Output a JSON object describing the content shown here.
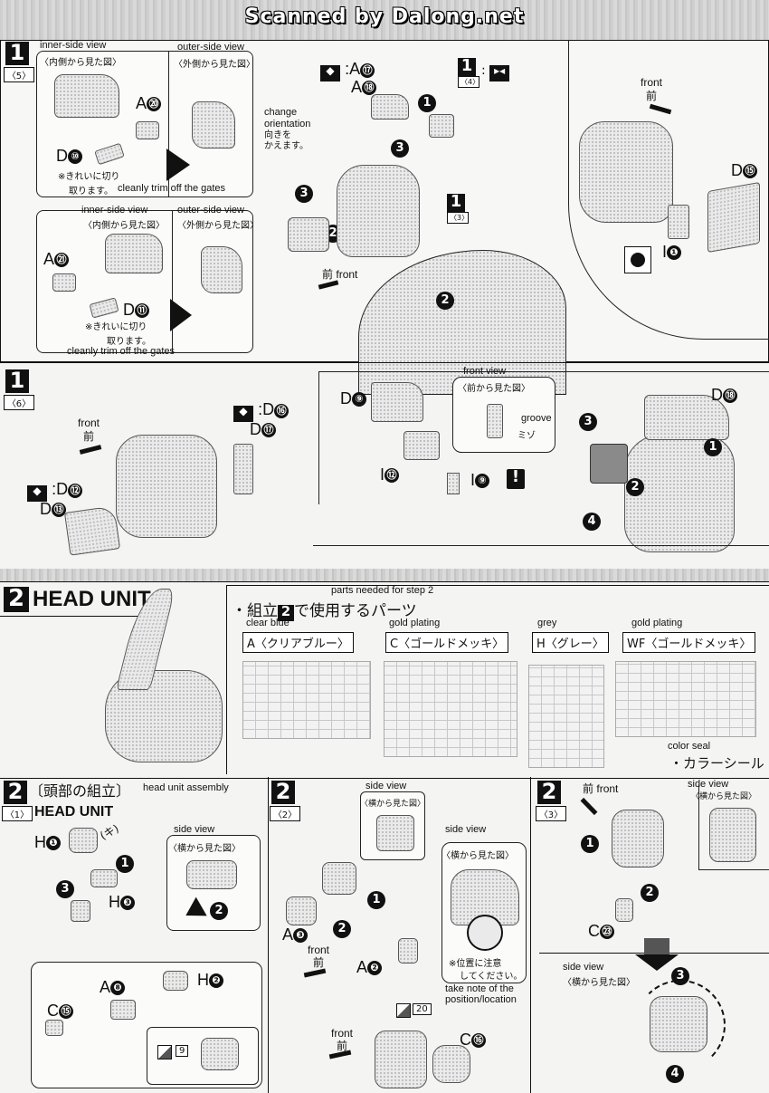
{
  "banner": {
    "text": "Scanned by Dalong.net"
  },
  "step1a": {
    "num": "1",
    "sub": "〈5〉",
    "inner1_en": "inner-side view",
    "inner1_jp": "〈内側から見た図〉",
    "outer1_en": "outer-side view",
    "outer1_jp": "〈外側から見た図〉",
    "a20": "A",
    "a20n": "⑳",
    "d10": "D",
    "d10n": "⑩",
    "trim1_jp1": "※きれいに切り",
    "trim1_jp2": "取ります。",
    "trim1_en": "cleanly trim off the gates",
    "change_en1": "change",
    "change_en2": "orientation",
    "change_jp1": "向きを",
    "change_jp2": "かえます。",
    "inner2_en": "inner-side view",
    "inner2_jp": "〈内側から見た図〉",
    "outer2_jp": "〈外側から見た図〉",
    "outer2_en": "outer-side view",
    "a21": "A",
    "a21n": "㉑",
    "d11": "D",
    "d11n": "⑪",
    "trim2_jp1": "※きれいに切り",
    "trim2_jp2": "取ります。",
    "trim2_en": "cleanly trim off the gates",
    "a17": ":A",
    "a17n": "⑰",
    "a18": "A",
    "a18n": "⑱",
    "ref4": "1",
    "ref4sub": "〈4〉",
    "ref3": "1",
    "ref3sub": "〈3〉",
    "front_jp": "前",
    "front_en": "front",
    "front2_en": "front",
    "front2_jp": "前",
    "d15": "D",
    "d15n": "⑮",
    "i1": "I",
    "i1n": "❶"
  },
  "step1b": {
    "num": "1",
    "sub": "〈6〉",
    "front_en": "front",
    "front_jp": "前",
    "d16": ":D",
    "d16n": "⑯",
    "d17": "D",
    "d17n": "⑰",
    "d12": ":D",
    "d12n": "⑫",
    "d13": "D",
    "d13n": "⑬",
    "d9": "D",
    "d9n": "⑨",
    "frontview_en": "front view",
    "frontview_jp": "〈前から見た図〉",
    "groove_en": "groove",
    "groove_jp": "ミゾ",
    "i12": "I",
    "i12n": "⑫",
    "i9": "I",
    "i9n": "⑨",
    "excl": "!",
    "d18": "D",
    "d18n": "⑱"
  },
  "step2": {
    "num": "2",
    "title": "HEAD UNIT",
    "parts_en": "parts needed for step 2",
    "parts_jp_pre": "・組立",
    "parts_jp_num": "2",
    "parts_jp_post": "で使用するパーツ",
    "runners": [
      {
        "en": "clear blue",
        "jp": "A〈クリアブルー〉"
      },
      {
        "en": "gold plating",
        "jp": "C〈ゴールドメッキ〉"
      },
      {
        "en": "grey",
        "jp": "H〈グレー〉"
      },
      {
        "en": "gold plating",
        "jp": "WF〈ゴールドメッキ〉"
      }
    ],
    "seal_en": "color seal",
    "seal_jp": "・カラーシール"
  },
  "sub1": {
    "num": "2",
    "sub": "〈1〉",
    "title_jp": "〔頭部の組立〕",
    "title_en": "head unit assembly",
    "title2": "HEAD UNIT",
    "h1": "H",
    "h1n": "❶",
    "h3": "H",
    "h3n": "❸",
    "kanji": "(キ)",
    "side_en": "side view",
    "side_jp": "〈横から見た図〉",
    "a8": "A",
    "a8n": "❽",
    "h2": "H",
    "h2n": "❷",
    "c15": "C",
    "c15n": "⑮",
    "seal9": "9"
  },
  "sub2": {
    "num": "2",
    "sub": "〈2〉",
    "side1_en": "side view",
    "side1_jp": "〈横から見た図〉",
    "side2_en": "side view",
    "side2_jp": "〈横から見た図〉",
    "a3": "A",
    "a3n": "❸",
    "a2": "A",
    "a2n": "❷",
    "front_en": "front",
    "front_jp": "前",
    "note_jp1": "※位置に注意",
    "note_jp2": "してください。",
    "note_en1": "take note of the",
    "note_en2": "position/location",
    "seal20": "20",
    "front2_en": "front",
    "front2_jp": "前",
    "c16": "C",
    "c16n": "⑯"
  },
  "sub3": {
    "num": "2",
    "sub": "〈3〉",
    "front_jp": "前",
    "front_en": "front",
    "side_en": "side view",
    "side_jp": "〈横から見た図〉",
    "c23": "C",
    "c23n": "㉓",
    "side2_en": "side view",
    "side2_jp": "〈横から見た図〉"
  }
}
